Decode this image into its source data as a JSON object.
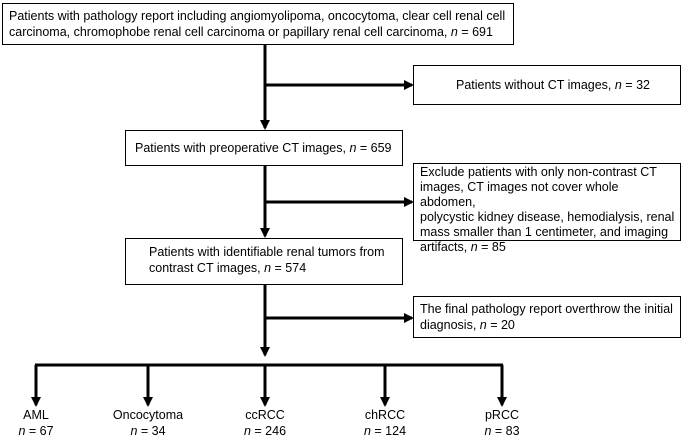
{
  "boxes": {
    "top": {
      "line1": "Patients with pathology report including angiomyolipoma, oncocytoma, clear cell renal cell",
      "line2_text": "carcinoma, chromophobe renal cell carcinoma or papillary renal cell carcinoma, ",
      "n_symbol": "n",
      "n_value": " = 691"
    },
    "no_ct": {
      "text": "Patients without CT images, ",
      "n_symbol": "n",
      "n_value": " = 32"
    },
    "preop": {
      "text": "Patients with preoperative CT images, ",
      "n_symbol": "n",
      "n_value": " =  659"
    },
    "exclude": {
      "line1": "Exclude patients with only non-contrast CT",
      "line2": "images, CT images not cover whole abdomen,",
      "line3": "polycystic kidney disease, hemodialysis, renal",
      "line4": "mass smaller than 1 centimeter, and imaging",
      "line5_text": "artifacts, ",
      "n_symbol": "n",
      "n_value": " = 85"
    },
    "identifiable": {
      "line1": "Patients with identifiable renal tumors from",
      "line2_text": "contrast CT images, ",
      "n_symbol": "n",
      "n_value": " = 574"
    },
    "overthrow": {
      "line1": "The final pathology report overthrow the initial",
      "line2_text": "diagnosis, ",
      "n_symbol": "n",
      "n_value": " = 20"
    }
  },
  "leaves": [
    {
      "label": "AML",
      "n_symbol": "n",
      "n_value": " = 67"
    },
    {
      "label": "Oncocytoma",
      "n_symbol": "n",
      "n_value": " = 34"
    },
    {
      "label": "ccRCC",
      "n_symbol": "n",
      "n_value": " = 246"
    },
    {
      "label": "chRCC",
      "n_symbol": "n",
      "n_value": " = 124"
    },
    {
      "label": "pRCC",
      "n_symbol": "n",
      "n_value": " = 83"
    }
  ]
}
